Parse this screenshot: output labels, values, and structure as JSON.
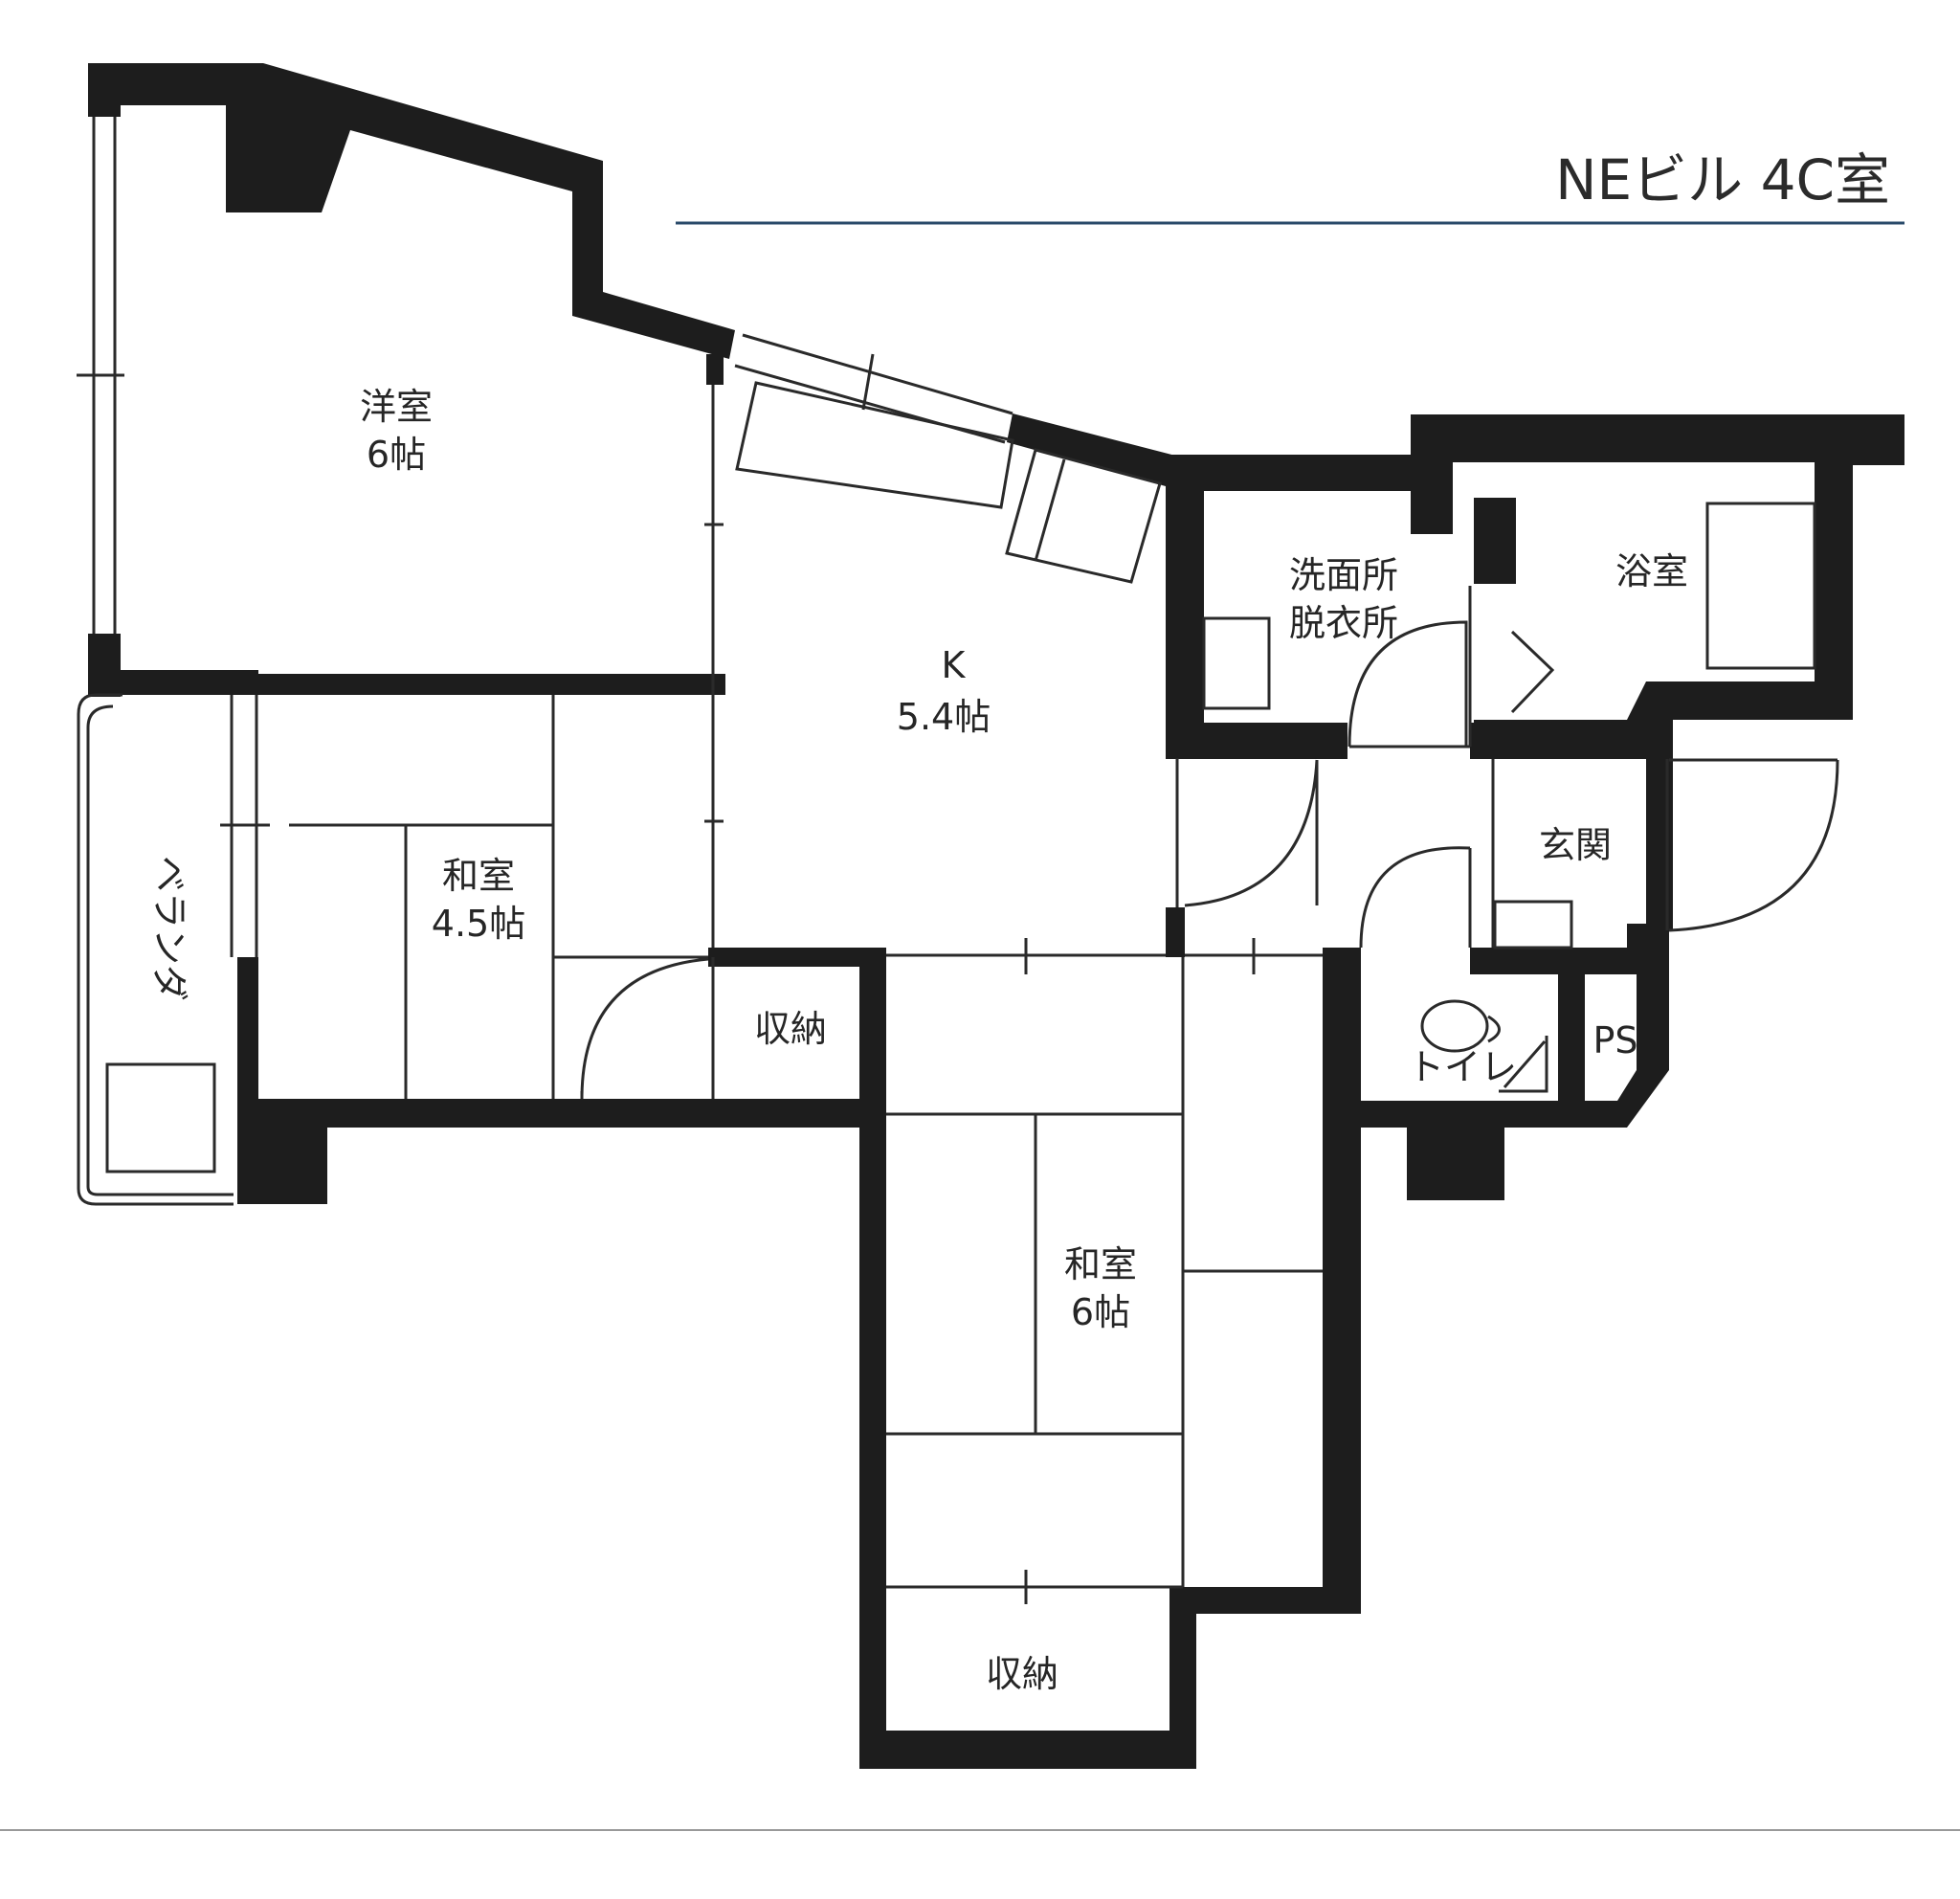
{
  "title": "NEビル 4C室",
  "rooms": {
    "yoshitsu": {
      "name": "洋室",
      "size": "6帖"
    },
    "dk": {
      "name": "K",
      "size": "5.4帖"
    },
    "washitsu_a": {
      "name": "和室",
      "size": "4.5帖"
    },
    "washitsu_b": {
      "name": "和室",
      "size": "6帖"
    },
    "senmen": {
      "name_line1": "洗面所",
      "name_line2": "脱衣所"
    },
    "yokushitsu": {
      "name": "浴室"
    },
    "genkan": {
      "name": "玄関"
    },
    "toilet": {
      "name": "トイレ"
    },
    "ps": {
      "name": "PS"
    },
    "shuno_a": {
      "name": "収納"
    },
    "shuno_b": {
      "name": "収納"
    },
    "veranda": {
      "name": "ベランダ"
    }
  }
}
